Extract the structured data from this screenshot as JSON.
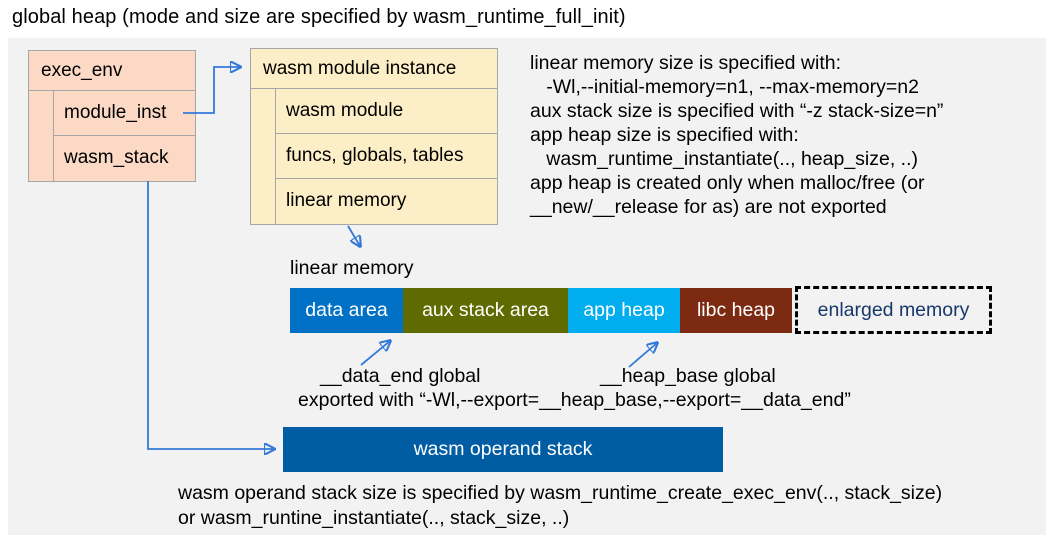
{
  "title": "global heap (mode and size are specified by wasm_runtime_full_init)",
  "exec_env_box": {
    "header": "exec_env",
    "rows": [
      "module_inst",
      "wasm_stack"
    ]
  },
  "module_instance_box": {
    "header": "wasm module instance",
    "rows": [
      "wasm module",
      "funcs, globals, tables",
      "linear memory"
    ]
  },
  "right_notes": [
    "linear memory size is specified with:",
    "   -Wl,--initial-memory=n1, --max-memory=n2",
    "aux stack size is specified with “-z stack-size=n”",
    "app heap size is specified with:",
    "   wasm_runtime_instantiate(.., heap_size, ..)",
    "app heap is created only when malloc/free (or",
    "__new/__release for as) are not exported"
  ],
  "linear_memory": {
    "label": "linear memory",
    "segments": [
      {
        "label": "data area",
        "color": "#0071C5"
      },
      {
        "label": "aux stack area",
        "color": "#5F6B00"
      },
      {
        "label": "app heap",
        "color": "#00AEEF"
      },
      {
        "label": "libc heap",
        "color": "#7C2A12"
      }
    ],
    "enlarged": {
      "label": "enlarged memory",
      "text_color": "#17386B"
    }
  },
  "annotations": {
    "data_end": "__data_end global",
    "heap_base": "__heap_base global",
    "exported": "exported with “-Wl,--export=__heap_base,--export=__data_end”"
  },
  "operand_stack": {
    "label": "wasm operand stack",
    "color": "#005DA3"
  },
  "bottom_notes": [
    "wasm operand stack size is specified by wasm_runtime_create_exec_env(.., stack_size)",
    "or wasm_runtine_instantiate(.., stack_size, ..)"
  ],
  "colors": {
    "panel_bg": "#F2F2F2",
    "exec_env_fill": "#FBD9C5",
    "instance_fill": "#FCEFC7",
    "box_border": "#A6A6A6",
    "arrow": "#3379D8"
  }
}
